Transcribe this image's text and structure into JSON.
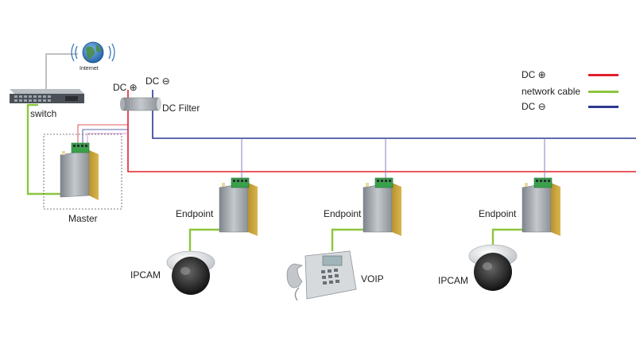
{
  "labels": {
    "internet": "Internet",
    "switch": "switch",
    "master": "Master",
    "dc_plus": "DC ⊕",
    "dc_minus": "DC ⊖",
    "dc_filter": "DC Filter",
    "endpoint_1": "Endpoint",
    "endpoint_2": "Endpoint",
    "endpoint_3": "Endpoint",
    "ipcam_1": "IPCAM",
    "voip": "VOIP",
    "ipcam_2": "IPCAM"
  },
  "legend": [
    {
      "label": "DC ⊕",
      "color": "#e0212b"
    },
    {
      "label": "network cable",
      "color": "#8cc63f"
    },
    {
      "label": "DC ⊖",
      "color": "#2b3990"
    }
  ],
  "colors": {
    "dc_plus": "#e0212b",
    "network": "#8cc63f",
    "dc_minus": "#2b3990",
    "device_body": "#c9a53a",
    "device_plate": "#9aa0a6",
    "terminal": "#3aa04a"
  }
}
